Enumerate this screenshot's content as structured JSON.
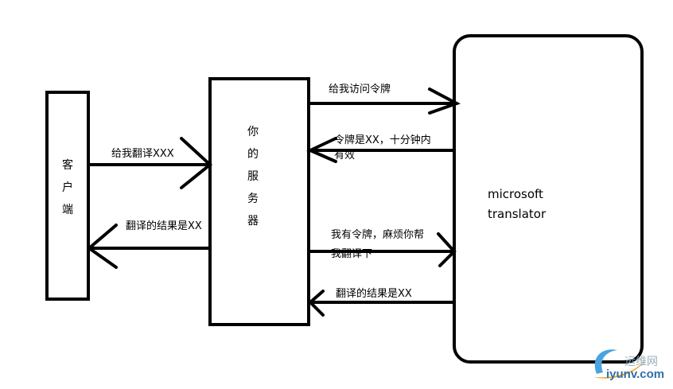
{
  "boxes": {
    "client": {
      "chars": [
        "客",
        "户",
        "端"
      ]
    },
    "server": {
      "chars": [
        "你",
        "的",
        "服",
        "务",
        "器"
      ]
    },
    "translator": {
      "lines": [
        "microsoft",
        "translator"
      ]
    }
  },
  "arrows": {
    "client_to_server": "给我翻译XXX",
    "server_to_client": "翻译的结果是XX",
    "server_to_ms_token": "给我访问令牌",
    "ms_to_server_token": [
      "令牌是XX，十分钟内",
      "有效"
    ],
    "server_to_ms_translate": [
      "我有令牌，麻烦你帮",
      "我翻译下"
    ],
    "ms_to_server_result": "翻译的结果是XX"
  },
  "watermark": {
    "cn": "运维网",
    "en": "iyunv.com"
  }
}
